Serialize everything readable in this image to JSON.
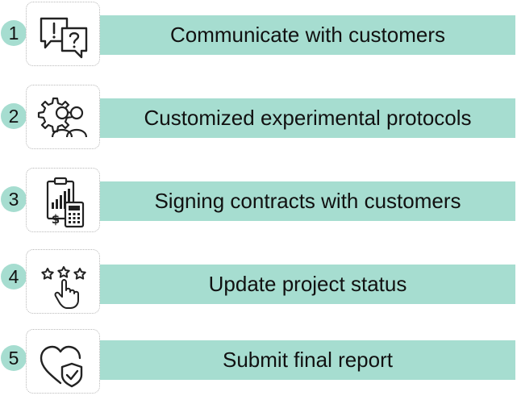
{
  "steps": [
    {
      "number": "1",
      "label": "Communicate with customers",
      "icon": "chat-question-icon"
    },
    {
      "number": "2",
      "label": "Customized experimental protocols",
      "icon": "gear-people-icon"
    },
    {
      "number": "3",
      "label": "Signing contracts with customers",
      "icon": "report-calculator-icon"
    },
    {
      "number": "4",
      "label": "Update project status",
      "icon": "stars-hand-icon"
    },
    {
      "number": "5",
      "label": "Submit final report",
      "icon": "heart-check-icon"
    }
  ],
  "colors": {
    "accent": "#a6ddd0",
    "text": "#111111",
    "icon_stroke": "#222222"
  }
}
